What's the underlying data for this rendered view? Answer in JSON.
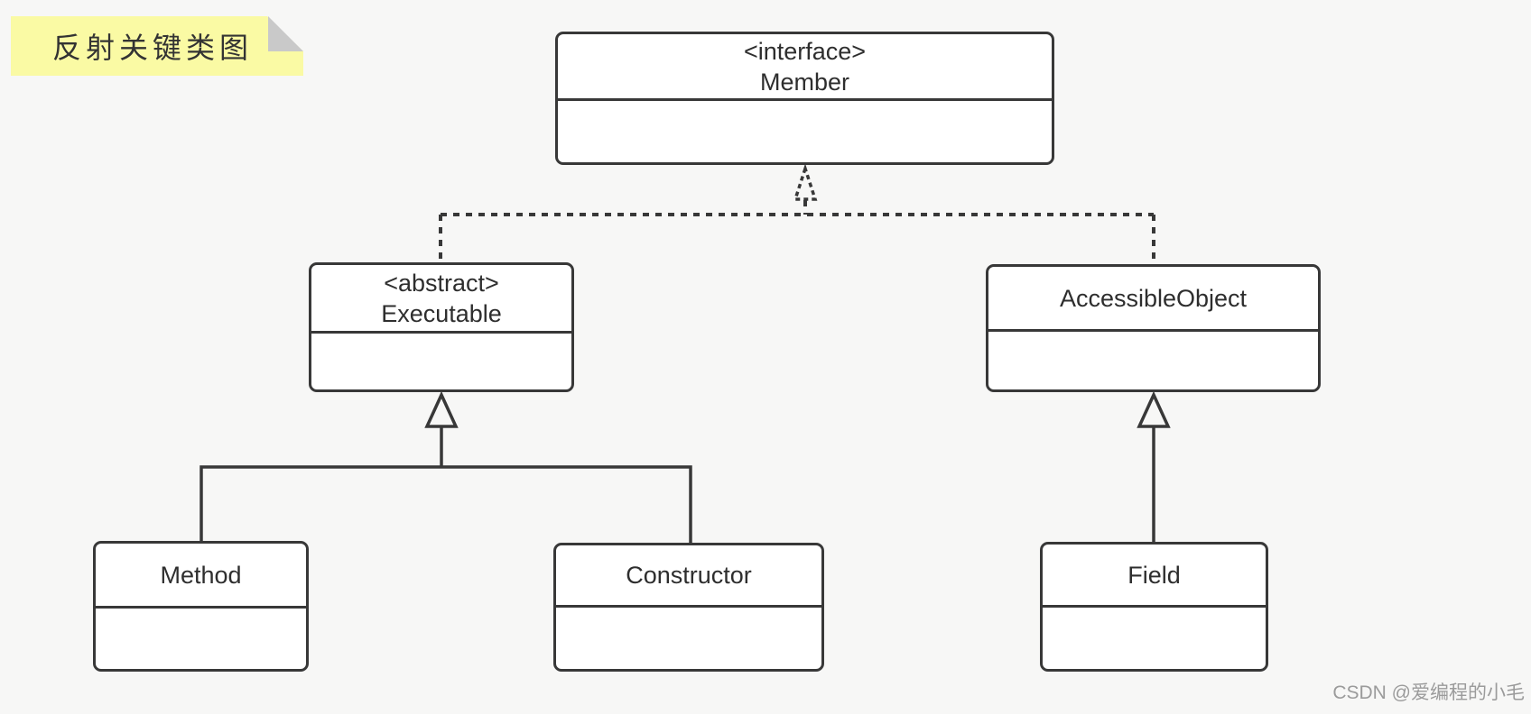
{
  "page": {
    "background_color": "#f7f7f6",
    "watermark": "CSDN @爱编程的小毛"
  },
  "note": {
    "label": "反射关键类图",
    "background_color": "#fafaa4",
    "fold_color": "#c9c9c9"
  },
  "diagram": {
    "stroke_color": "#383838",
    "node_fill_color": "#ffffff",
    "nodes": {
      "member": {
        "stereotype": "<interface>",
        "name": "Member"
      },
      "executable": {
        "stereotype": "<abstract>",
        "name": "Executable"
      },
      "accessible_object": {
        "name": "AccessibleObject"
      },
      "method": {
        "name": "Method"
      },
      "constructor": {
        "name": "Constructor"
      },
      "field": {
        "name": "Field"
      }
    },
    "edges": [
      {
        "from": "Executable",
        "to": "Member",
        "type": "realization",
        "style": "dashed-hollow-triangle"
      },
      {
        "from": "AccessibleObject",
        "to": "Member",
        "type": "realization",
        "style": "dashed-hollow-triangle"
      },
      {
        "from": "Method",
        "to": "Executable",
        "type": "generalization",
        "style": "solid-hollow-triangle"
      },
      {
        "from": "Constructor",
        "to": "Executable",
        "type": "generalization",
        "style": "solid-hollow-triangle"
      },
      {
        "from": "Field",
        "to": "AccessibleObject",
        "type": "generalization",
        "style": "solid-hollow-triangle"
      }
    ]
  }
}
